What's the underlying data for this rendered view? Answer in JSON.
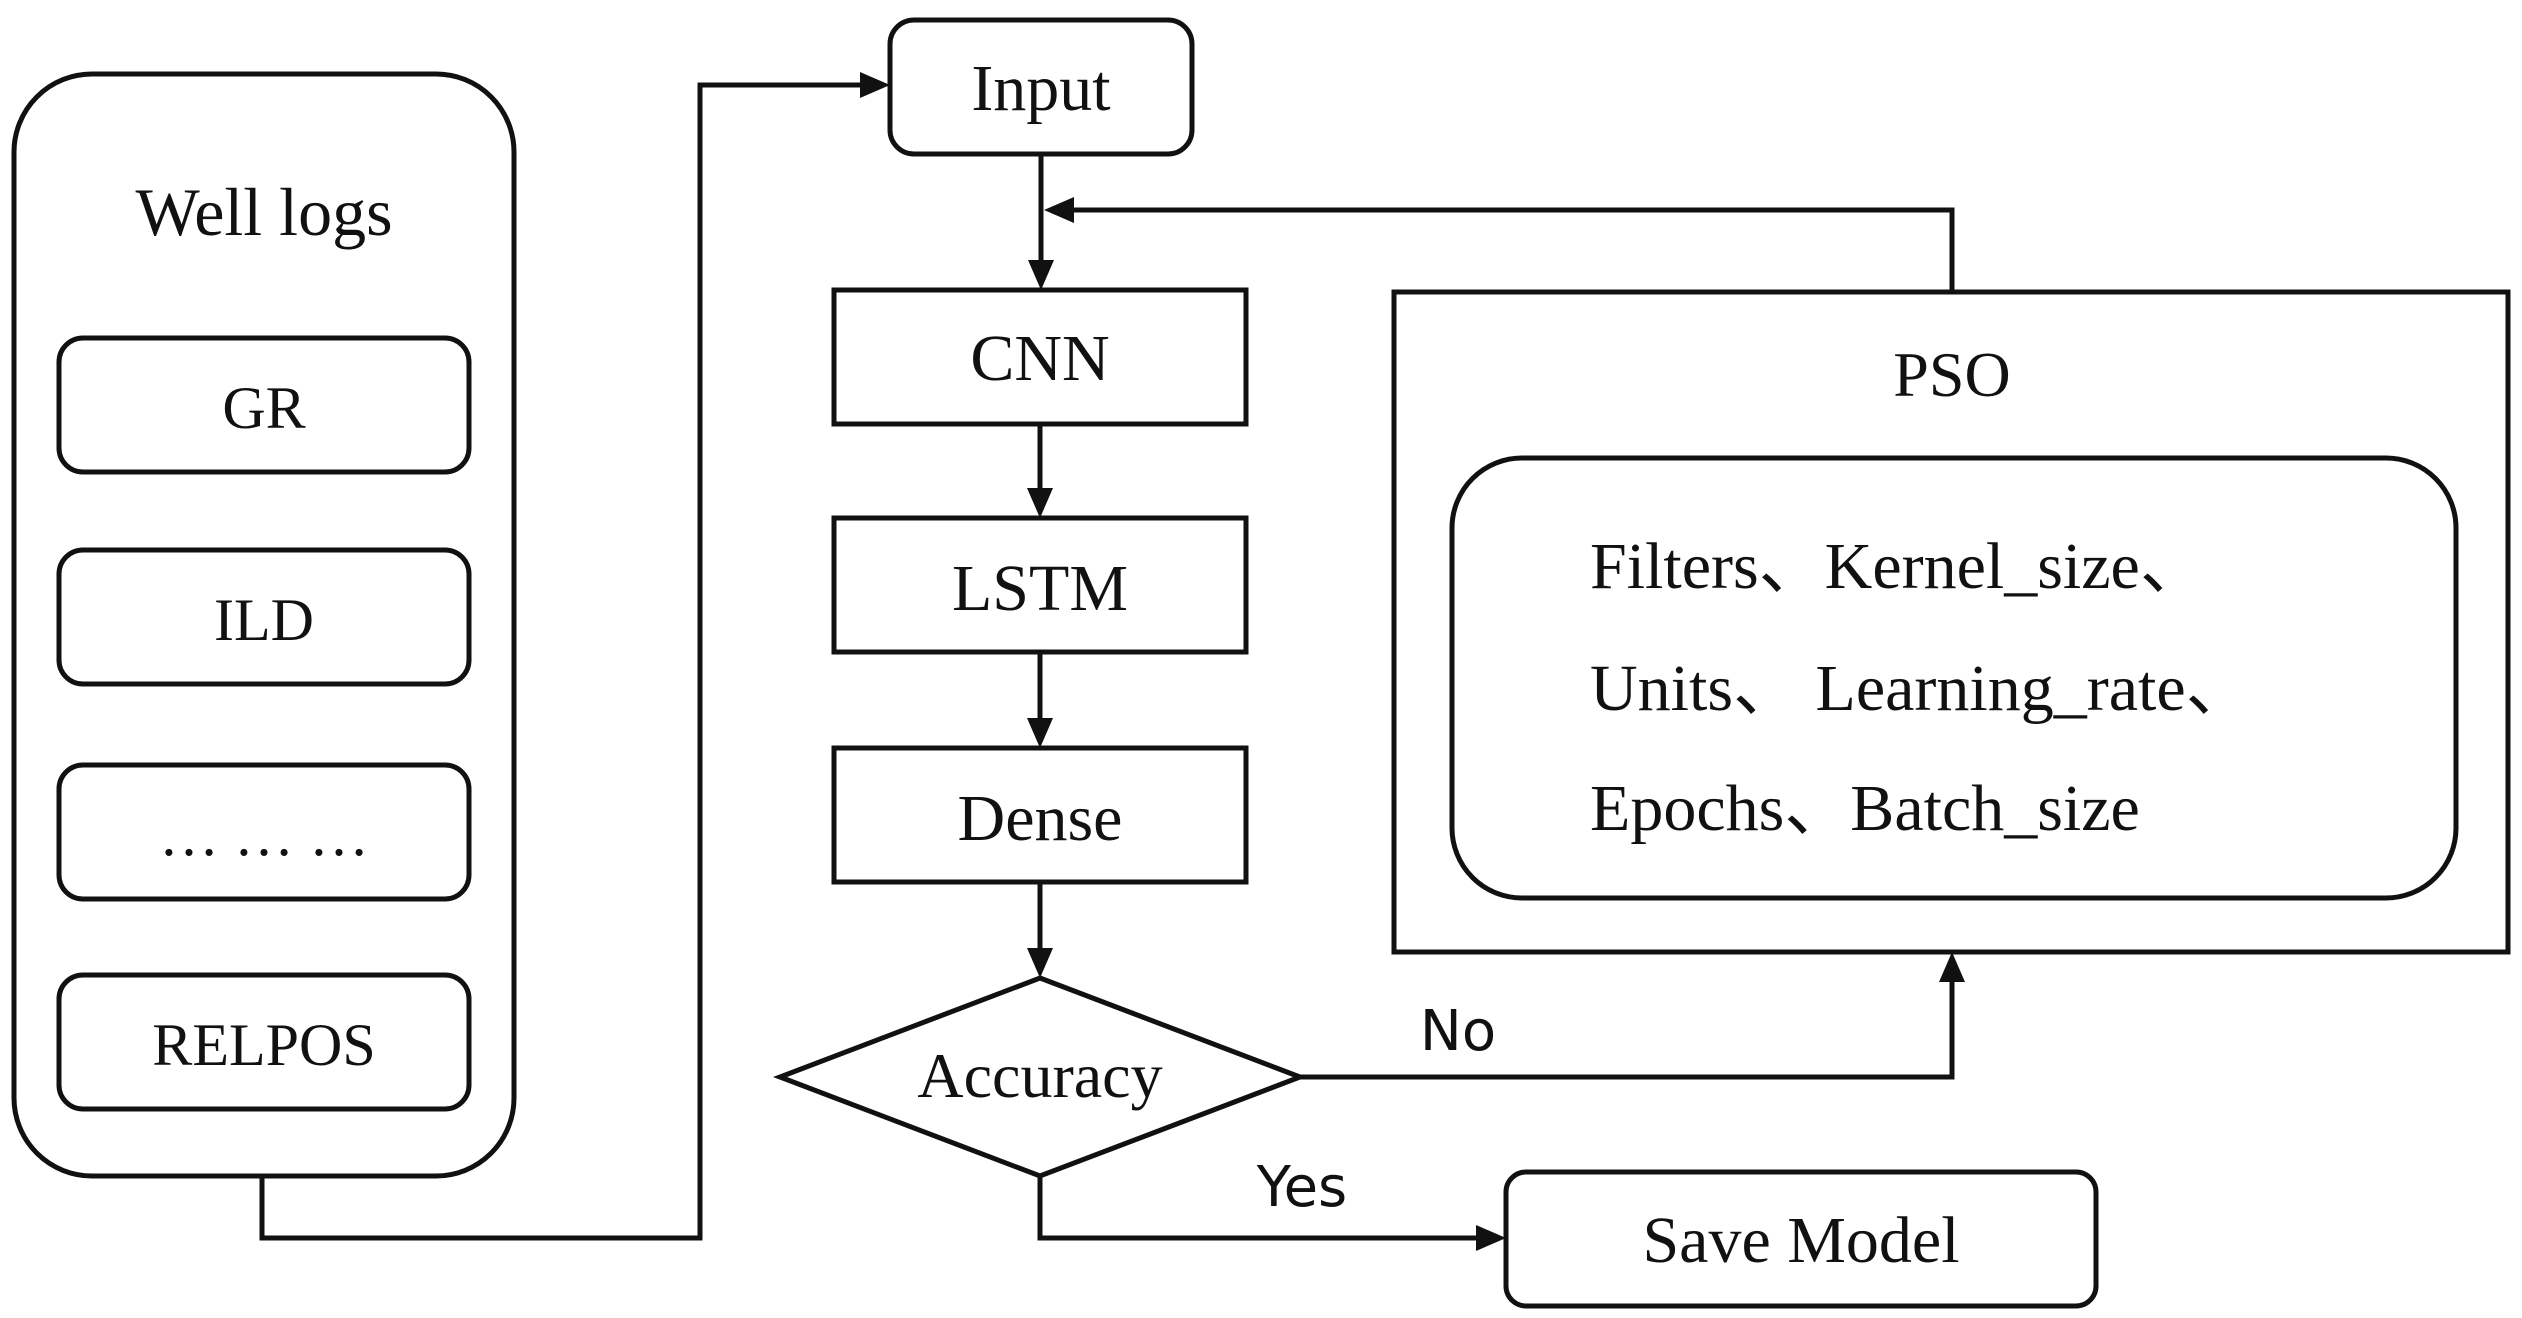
{
  "well_logs": {
    "title": "Well logs",
    "items": [
      "GR",
      "ILD",
      "… … …",
      "RELPOS"
    ]
  },
  "flow": {
    "input": "Input",
    "cnn": "CNN",
    "lstm": "LSTM",
    "dense": "Dense",
    "accuracy": "Accuracy",
    "save_model": "Save Model",
    "yes_label": "Yes",
    "no_label": "No"
  },
  "pso": {
    "title": "PSO",
    "params": [
      "Filters、Kernel_size、",
      "Units、 Learning_rate、",
      "Epochs、Batch_size"
    ]
  }
}
